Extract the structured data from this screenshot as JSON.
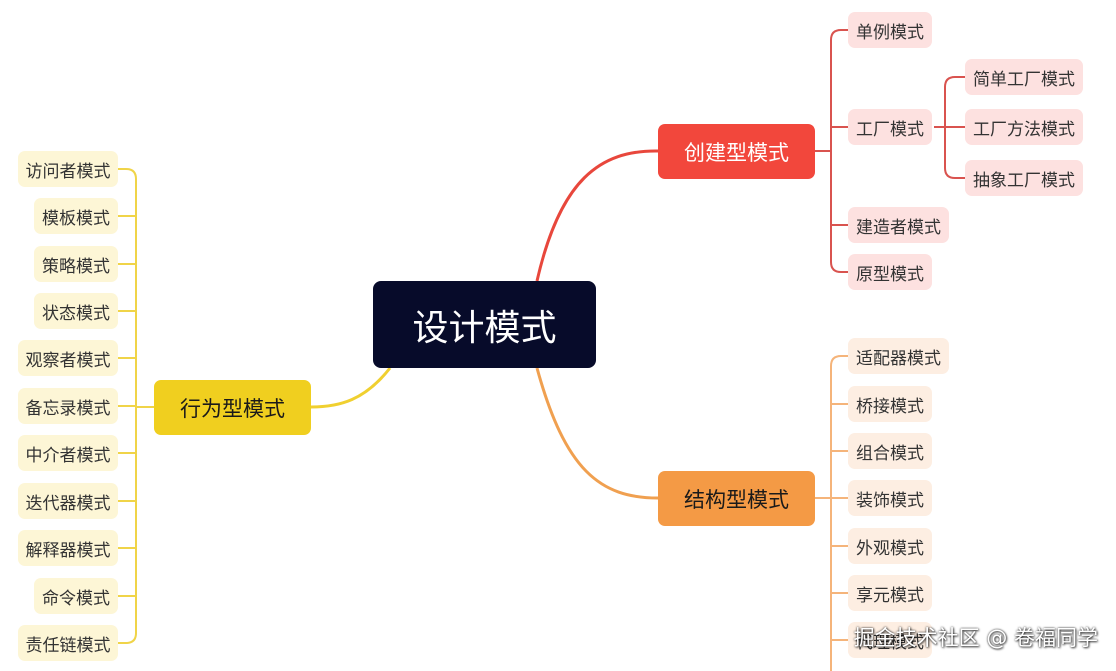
{
  "root": "设计模式",
  "branches": {
    "creational": {
      "label": "创建型模式",
      "color": "#f2473c",
      "items": [
        "单例模式",
        "工厂模式",
        "建造者模式",
        "原型模式"
      ],
      "factory_items": [
        "简单工厂模式",
        "工厂方法模式",
        "抽象工厂模式"
      ]
    },
    "structural": {
      "label": "结构型模式",
      "color": "#f49a45",
      "items": [
        "适配器模式",
        "桥接模式",
        "组合模式",
        "装饰模式",
        "外观模式",
        "享元模式",
        "代理模式"
      ]
    },
    "behavioral": {
      "label": "行为型模式",
      "color": "#f0cf1f",
      "items": [
        "访问者模式",
        "模板模式",
        "策略模式",
        "状态模式",
        "观察者模式",
        "备忘录模式",
        "中介者模式",
        "迭代器模式",
        "解释器模式",
        "命令模式",
        "责任链模式"
      ]
    }
  },
  "watermark": "掘金技术社区 @ 卷福同学"
}
